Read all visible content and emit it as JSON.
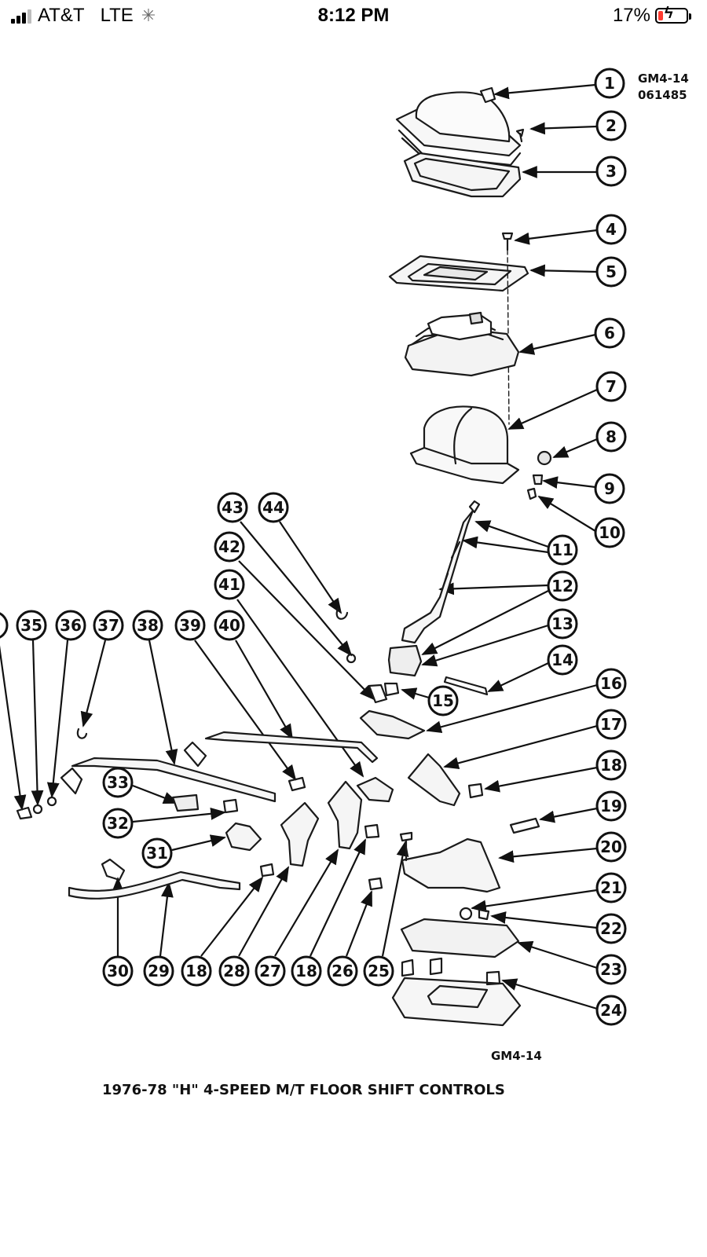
{
  "status_bar": {
    "carrier": "AT&T",
    "network": "LTE",
    "time": "8:12 PM",
    "battery": "17%"
  },
  "diagram": {
    "figure_code": "GM4-14",
    "figure_number": "061485",
    "figure_code_bottom": "GM4-14",
    "caption": "1976-78 \"H\" 4-SPEED M/T FLOOR SHIFT CONTROLS",
    "part_labels": [
      "1",
      "2",
      "3",
      "4",
      "5",
      "6",
      "7",
      "8",
      "9",
      "10",
      "11",
      "12",
      "13",
      "14",
      "15",
      "16",
      "17",
      "18",
      "19",
      "20",
      "21",
      "22",
      "23",
      "24",
      "25",
      "26",
      "18",
      "27",
      "28",
      "18",
      "29",
      "30",
      "31",
      "32",
      "33",
      "35",
      "36",
      "37",
      "38",
      "39",
      "40",
      "41",
      "42",
      "43",
      "44"
    ]
  }
}
